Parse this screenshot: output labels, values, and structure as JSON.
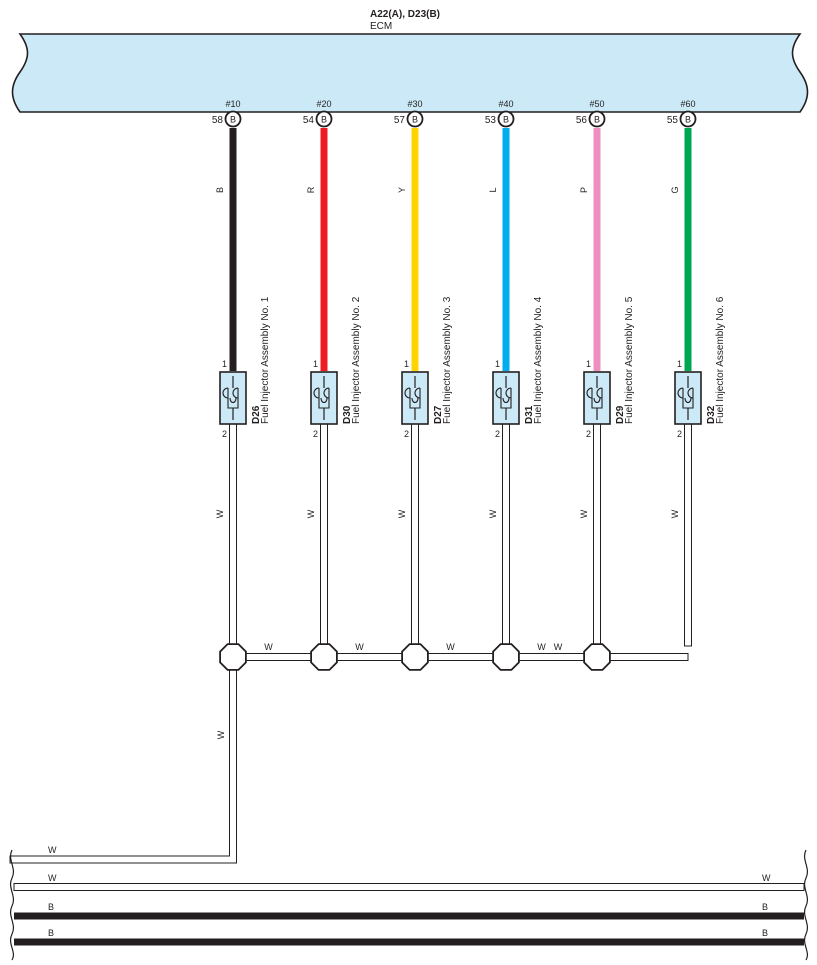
{
  "ecm": {
    "code": "A22(A), D23(B)",
    "name": "ECM",
    "fill": "#cce9f7"
  },
  "injectors": [
    {
      "terminal": "#10",
      "pin": "58",
      "connector": "B",
      "wire_code": "B",
      "wire_color": "#231f20",
      "pin_in": "1",
      "pin_out": "2",
      "id": "D26",
      "name": "Fuel Injector Assembly No. 1"
    },
    {
      "terminal": "#20",
      "pin": "54",
      "connector": "B",
      "wire_code": "R",
      "wire_color": "#ed1c24",
      "pin_in": "1",
      "pin_out": "2",
      "id": "D30",
      "name": "Fuel Injector Assembly No. 2"
    },
    {
      "terminal": "#30",
      "pin": "57",
      "connector": "B",
      "wire_code": "Y",
      "wire_color": "#ffd400",
      "pin_in": "1",
      "pin_out": "2",
      "id": "D27",
      "name": "Fuel Injector Assembly No. 3"
    },
    {
      "terminal": "#40",
      "pin": "53",
      "connector": "B",
      "wire_code": "L",
      "wire_color": "#00aeef",
      "pin_in": "1",
      "pin_out": "2",
      "id": "D31",
      "name": "Fuel Injector Assembly No. 4"
    },
    {
      "terminal": "#50",
      "pin": "56",
      "connector": "B",
      "wire_code": "P",
      "wire_color": "#ef8fc0",
      "pin_in": "1",
      "pin_out": "2",
      "id": "D29",
      "name": "Fuel Injector Assembly No. 5"
    },
    {
      "terminal": "#60",
      "pin": "55",
      "connector": "B",
      "wire_code": "G",
      "wire_color": "#00a651",
      "pin_in": "1",
      "pin_out": "2",
      "id": "D32",
      "name": "Fuel Injector Assembly No. 6"
    }
  ],
  "return_wire_code": "W",
  "bus_wires": [
    {
      "code_left": "W",
      "code_right": "",
      "kind": "white"
    },
    {
      "code_left": "W",
      "code_right": "W",
      "kind": "white"
    },
    {
      "code_left": "B",
      "code_right": "B",
      "kind": "black"
    },
    {
      "code_left": "B",
      "code_right": "B",
      "kind": "black"
    }
  ]
}
